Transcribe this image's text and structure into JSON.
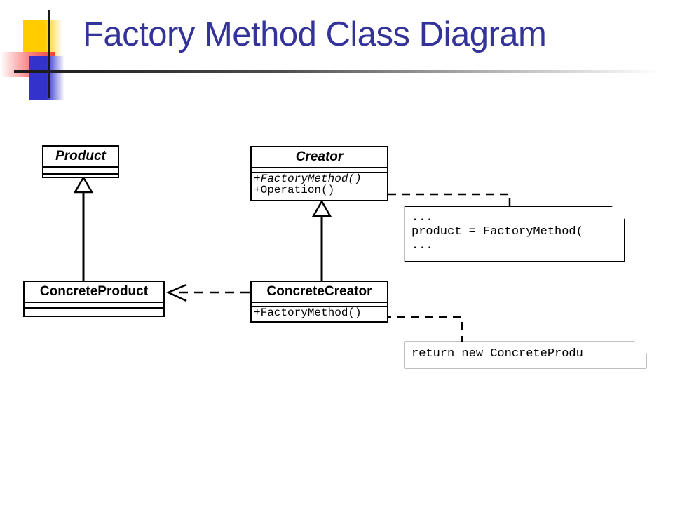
{
  "slide": {
    "title": "Factory Method Class Diagram",
    "title_color": "#333399",
    "background_color": "#ffffff"
  },
  "logo": {
    "yellow": "#ffcc00",
    "red": "#f04040",
    "blue": "#3333cc",
    "cross": "#1a1a1a"
  },
  "diagram": {
    "type": "uml-class-diagram",
    "classes": [
      {
        "id": "product",
        "name": "Product",
        "abstract": true,
        "attributes": [],
        "operations": []
      },
      {
        "id": "creator",
        "name": "Creator",
        "abstract": true,
        "attributes": [],
        "operations": [
          "+FactoryMethod()",
          "+Operation()"
        ]
      },
      {
        "id": "concrete-product",
        "name": "ConcreteProduct",
        "abstract": false,
        "attributes": [],
        "operations": []
      },
      {
        "id": "concrete-creator",
        "name": "ConcreteCreator",
        "abstract": false,
        "attributes": [],
        "operations": [
          "+FactoryMethod()"
        ]
      }
    ],
    "notes": [
      {
        "id": "note-operation",
        "lines": [
          "...",
          "product = FactoryMethod(",
          "..."
        ],
        "anchored_to": "creator"
      },
      {
        "id": "note-factorymethod",
        "lines": [
          "return new ConcreteProdu"
        ],
        "anchored_to": "concrete-creator"
      }
    ],
    "relationships": [
      {
        "id": "rel-generalization-product",
        "type": "generalization",
        "from": "ConcreteProduct",
        "to": "Product"
      },
      {
        "id": "rel-generalization-creator",
        "type": "generalization",
        "from": "ConcreteCreator",
        "to": "Creator"
      },
      {
        "id": "rel-dependency-creates",
        "type": "dependency",
        "from": "ConcreteCreator",
        "to": "ConcreteProduct"
      }
    ]
  }
}
